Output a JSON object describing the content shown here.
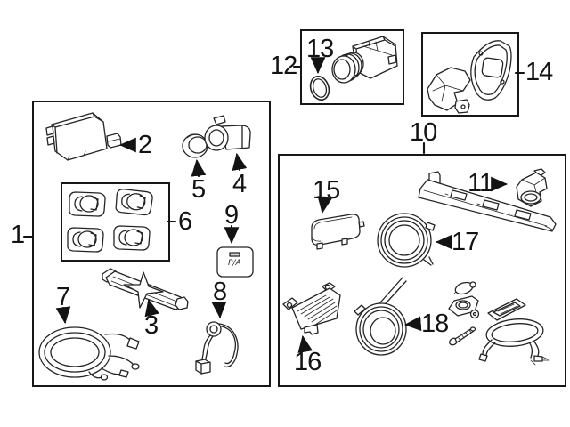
{
  "diagram": {
    "callouts": {
      "c1": "1",
      "c2": "2",
      "c3": "3",
      "c4": "4",
      "c5": "5",
      "c6": "6",
      "c7": "7",
      "c8": "8",
      "c9": "9",
      "c10": "10",
      "c11": "11",
      "c12": "12",
      "c13": "13",
      "c14": "14",
      "c15": "15",
      "c16": "16",
      "c17": "17",
      "c18": "18"
    },
    "switch_label": "P/A",
    "colors": {
      "line": "#242424",
      "callout": "#131313",
      "background": "#ffffff"
    }
  }
}
